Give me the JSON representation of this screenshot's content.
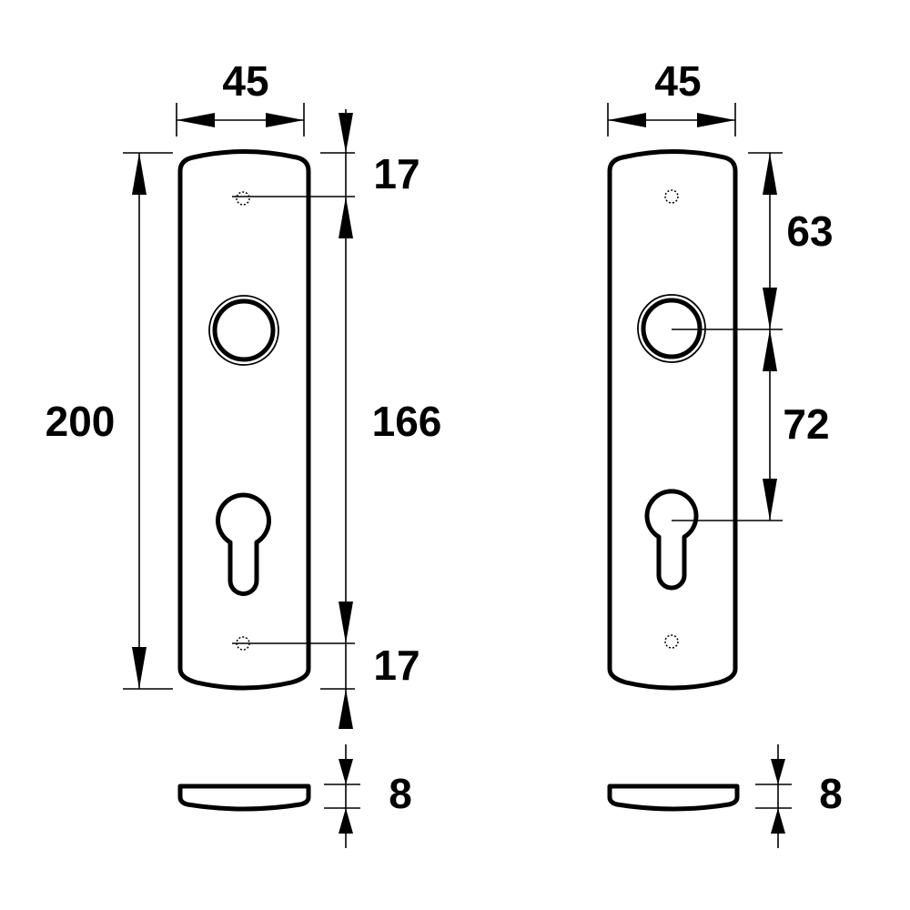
{
  "left_view": {
    "width_label": "45",
    "height_label": "200",
    "top_offset_label": "17",
    "screw_spacing_label": "166",
    "bottom_offset_label": "17",
    "thickness_label": "8"
  },
  "right_view": {
    "width_label": "45",
    "top_to_handle_label": "63",
    "handle_to_cylinder_label": "72",
    "thickness_label": "8"
  }
}
